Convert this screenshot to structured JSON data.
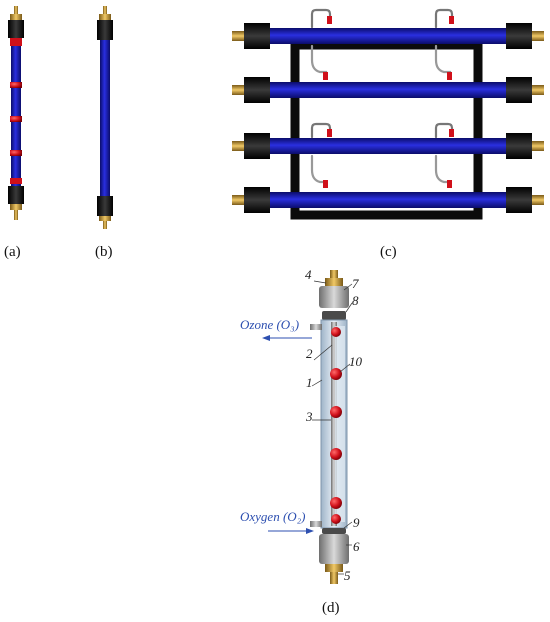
{
  "figure": {
    "panels": {
      "a": "(a)",
      "b": "(b)",
      "c": "(c)",
      "d": "(d)"
    },
    "part_numbers": {
      "n1": "1",
      "n2": "2",
      "n3": "3",
      "n4": "4",
      "n5": "5",
      "n6": "6",
      "n7": "7",
      "n8": "8",
      "n9": "9",
      "n10": "10"
    },
    "gas_labels": {
      "ozone": "Ozone (O₃)",
      "oxygen": "Oxygen (O₂)"
    },
    "colors": {
      "tube_blue": "#1f22c8",
      "tube_dark": "#0a0c6a",
      "cap_black": "#111111",
      "brass": "#c89a3a",
      "electrode_red": "#d0101a",
      "frame_black": "#0b0b0b",
      "label_blue": "#2d4fb0",
      "steel_gray": "#9a9a9a"
    }
  }
}
